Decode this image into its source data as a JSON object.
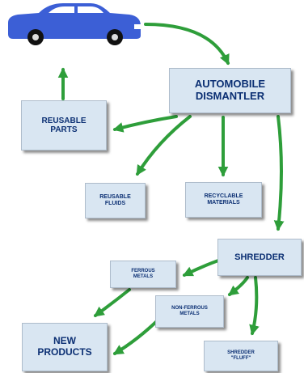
{
  "colors": {
    "arrow": "#2e9e3a",
    "box_fill": "#d9e6f2",
    "box_text": "#0b2f73",
    "car_body": "#3c5fd6"
  },
  "icons": [
    "car-icon"
  ],
  "nodes": {
    "dismantler": "AUTOMOBILE\nDISMANTLER",
    "reusable_parts": "REUSABLE\nPARTS",
    "reusable_fluids": "REUSABLE\nFLUIDS",
    "recyclable_materials": "RECYCLABLE\nMATERIALS",
    "shredder": "SHREDDER",
    "ferrous_metals": "FERROUS\nMETALS",
    "non_ferrous_metals": "NON-FERROUS\nMETALS",
    "new_products": "NEW\nPRODUCTS",
    "shredder_fluff": "SHREDDER\n\"FLUFF\""
  }
}
